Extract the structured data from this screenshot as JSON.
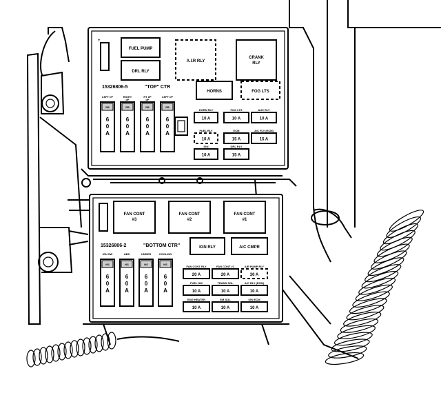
{
  "top_center": {
    "part_number": "15326806-5",
    "title": "\"TOP\" CTR",
    "relays": {
      "fuel_pump": "FUEL PUMP",
      "drl": "DRL RLY",
      "aux": "A.I.R RLY",
      "crank_1": "CRANK",
      "crank_2": "RLY",
      "horns": "HORNS",
      "fog": "FOG LTS"
    },
    "maxi_fuses": [
      {
        "top": "LEFT I/P",
        "sub": "",
        "slot": "PB",
        "amps": "60A"
      },
      {
        "top": "RIGHT",
        "sub": "I/P",
        "slot": "PB",
        "amps": "60A"
      },
      {
        "top": "RT I/P",
        "sub": "I/P",
        "slot": "PB",
        "amps": "60A"
      },
      {
        "top": "LEFT I/P",
        "sub": "",
        "slot": "PB",
        "amps": "60A"
      }
    ],
    "mini_fuses": [
      {
        "label": "HORN RLY",
        "amps": "10 A"
      },
      {
        "label": "FUEL RLY",
        "amps": "10 A"
      },
      {
        "label": "IGN",
        "amps": "10 A"
      },
      {
        "label": "FOG LTS",
        "amps": "10 A"
      },
      {
        "label": "ECM",
        "amps": "15 A"
      },
      {
        "label": "A/C FLY (ECM)",
        "amps": "15 A"
      },
      {
        "label": "AUX RLY",
        "amps": "10 A"
      },
      {
        "label": "DRL RLY",
        "amps": "15 A"
      }
    ]
  },
  "bottom_center": {
    "part_number": "15326806-2",
    "title": "\"BOTTOM CTR\"",
    "relays": {
      "fan_3_1": "FAN CONT",
      "fan_3_2": "#3",
      "fan_2_1": "FAN CONT",
      "fan_2_2": "#2",
      "fan_1_1": "FAN CONT",
      "fan_1_2": "#1",
      "ign": "IGN RLY",
      "ac": "A/C CMPR"
    },
    "maxi_fuses": [
      {
        "top": "IGN SW",
        "slot": "NS",
        "amps": "60A"
      },
      {
        "top": "ABS",
        "slot": "NS",
        "amps": "60A"
      },
      {
        "top": "UNDER",
        "slot": "NS",
        "amps": "60A"
      },
      {
        "top": "COOLING",
        "slot": "NS",
        "amps": "60A"
      }
    ],
    "mini_fuses": [
      {
        "label": "FAN CONT RLY",
        "amps": "20 A"
      },
      {
        "label": "FAN CONT #1",
        "amps": "20 A"
      },
      {
        "label": "AIR PUMP RLY",
        "amps": "30 A"
      },
      {
        "label": "FUEL SW",
        "amps": "10 A"
      },
      {
        "label": "TRANS SOL",
        "amps": "10 A"
      },
      {
        "label": "A/C RLY (ECM)",
        "amps": "10 A"
      },
      {
        "label": "ENG HEATER",
        "amps": "10 A"
      },
      {
        "label": "EM SOL",
        "amps": "10 A"
      },
      {
        "label": "IGN ECM",
        "amps": "10 A"
      }
    ]
  }
}
